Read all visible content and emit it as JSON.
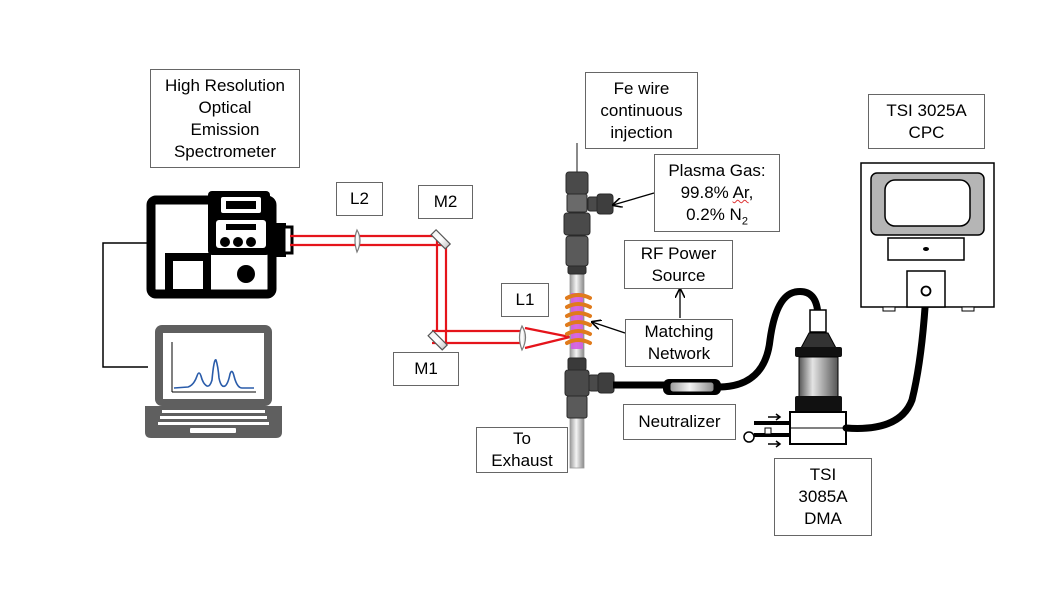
{
  "labels": {
    "spectrometer": [
      "High Resolution",
      "Optical",
      "Emission",
      "Spectrometer"
    ],
    "fe_wire": [
      "Fe wire",
      "continuous",
      "injection"
    ],
    "cpc": [
      "TSI 3025A",
      "CPC"
    ],
    "l2": "L2",
    "m2": "M2",
    "l1": "L1",
    "m1": "M1",
    "plasma_gas": {
      "line1": "Plasma Gas:",
      "line2_value": "99.8% ",
      "line2_species": "Ar",
      "line2_end": ",",
      "line3_value": "0.2% N",
      "line3_sub": "2"
    },
    "rf_power": [
      "RF Power",
      "Source"
    ],
    "matching_network": [
      "Matching",
      "Network"
    ],
    "neutralizer": "Neutralizer",
    "exhaust": [
      "To",
      "Exhaust"
    ],
    "dma": [
      "TSI",
      "3085A",
      "DMA"
    ]
  },
  "colors": {
    "laser": "#e5141b",
    "coil": "#e07b1c",
    "plasma": "#d35be0",
    "equipment": "#000000",
    "laptop": "#5f5f5f",
    "spectrum": "#2a5caa",
    "fitting": "#4a4a4a"
  }
}
